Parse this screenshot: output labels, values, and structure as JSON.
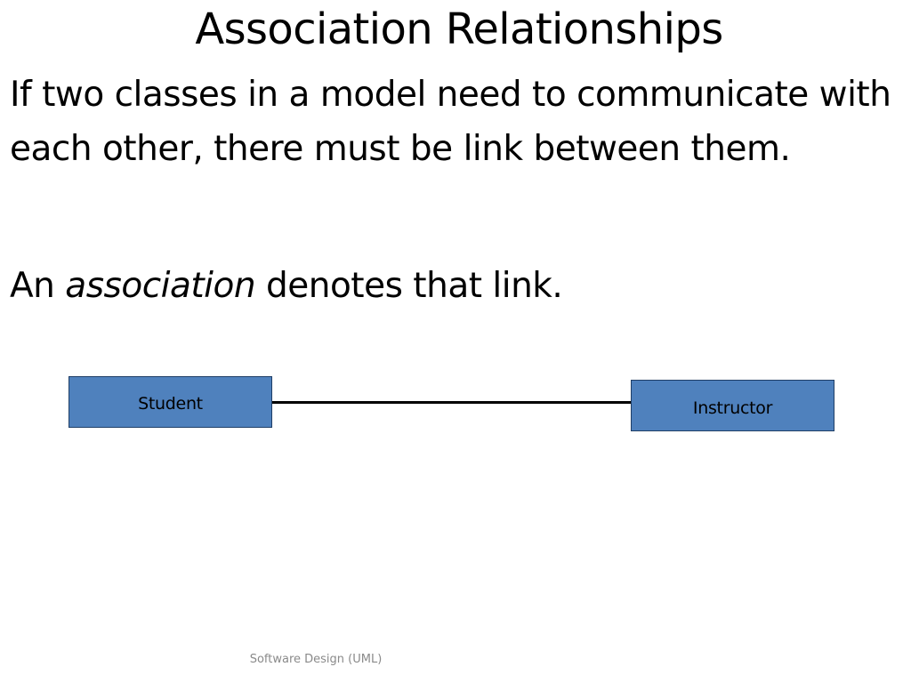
{
  "slide": {
    "title": "Association Relationships",
    "paragraph1": "If two classes in a model need to communicate with each other, there must be link between them.",
    "paragraph2": {
      "before": "An ",
      "emphasis": "association",
      "after": " denotes that link."
    },
    "footer": "Software Design (UML)"
  },
  "diagram": {
    "classes": [
      {
        "name": "Student"
      },
      {
        "name": "Instructor"
      }
    ],
    "association": {
      "from": "Student",
      "to": "Instructor"
    },
    "colors": {
      "class_fill": "#4f81bd",
      "class_border": "#1f3e66",
      "line": "#000000"
    }
  }
}
